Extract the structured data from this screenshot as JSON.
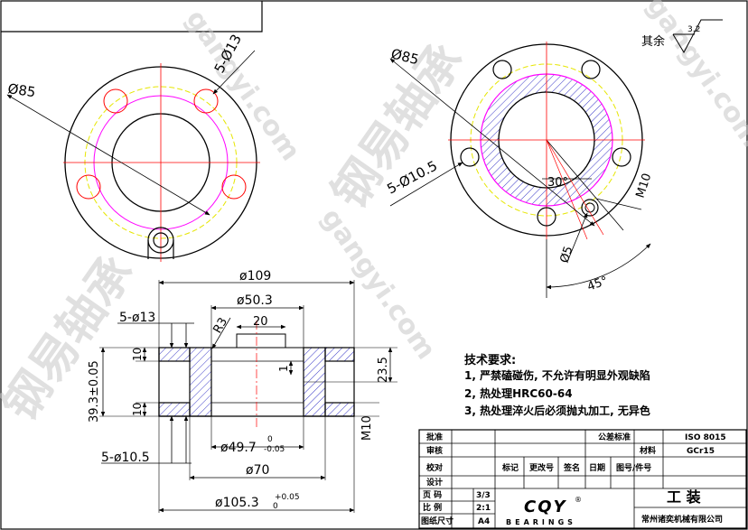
{
  "colors": {
    "line": "#000000",
    "center_line": "#ff0000",
    "pitch_circle": "#e6e600",
    "hole_circle": "#ff00ff",
    "hatch": "#3c3cc8",
    "watermark": "#c8c8c8"
  },
  "watermark": {
    "text_en": "gangyi.com",
    "text_cn": "钢易轴承"
  },
  "left_view": {
    "dia_outer": "Ø85",
    "holes": "5-Ø13"
  },
  "right_view": {
    "dia_outer": "Ø85",
    "holes": "5-Ø10.5",
    "angle_30": "30°",
    "angle_45": "45°",
    "m10": "M10",
    "dia5": "Ø5"
  },
  "roughness": {
    "label": "其余",
    "value": "3.2"
  },
  "section": {
    "d109": "ø109",
    "d50_3": "ø50.3",
    "holes_top": "5-ø13",
    "r3": "R3",
    "w20": "20",
    "h10_top": "10",
    "h10_bottom": "10",
    "h39": "39.3±0.05",
    "h1": "1",
    "h23_5": "23.5",
    "m10": "M10",
    "d49_7": "ø49.7",
    "d49_7_tol_upper": "0",
    "d49_7_tol_lower": "-0.05",
    "holes_bottom": "5-ø10.5",
    "d70": "ø70",
    "d105_3": "ø105.3",
    "d105_3_tol_upper": "+0.05",
    "d105_3_tol_lower": "0"
  },
  "requirements": {
    "title": "技术要求:",
    "items": [
      "1, 严禁磕碰伤, 不允许有明显外观缺陷",
      "2, 热处理HRC60-64",
      "3, 热处理淬火后必须抛丸加工, 无异色"
    ]
  },
  "title_block": {
    "approve": "批准",
    "review": "审核",
    "check": "校对",
    "design": "设计",
    "tolerance_std_label": "公差标准",
    "tolerance_std_value": "ISO 8015",
    "material_label": "材料",
    "material_value": "GCr15",
    "mark": "标记",
    "change_no": "更改号",
    "sign": "签名",
    "date": "日期",
    "drawing_no": "图号/件号",
    "page_label": "页 码",
    "page_value": "3/3",
    "scale_label": "比 例",
    "scale_value": "2:1",
    "size_label": "图纸尺寸",
    "size_value": "A4",
    "logo": "CQY",
    "logo_sub": "BEARINGS",
    "registered": "®",
    "doc_title": "工 装",
    "company": "常州诸奕机械有限公司"
  }
}
